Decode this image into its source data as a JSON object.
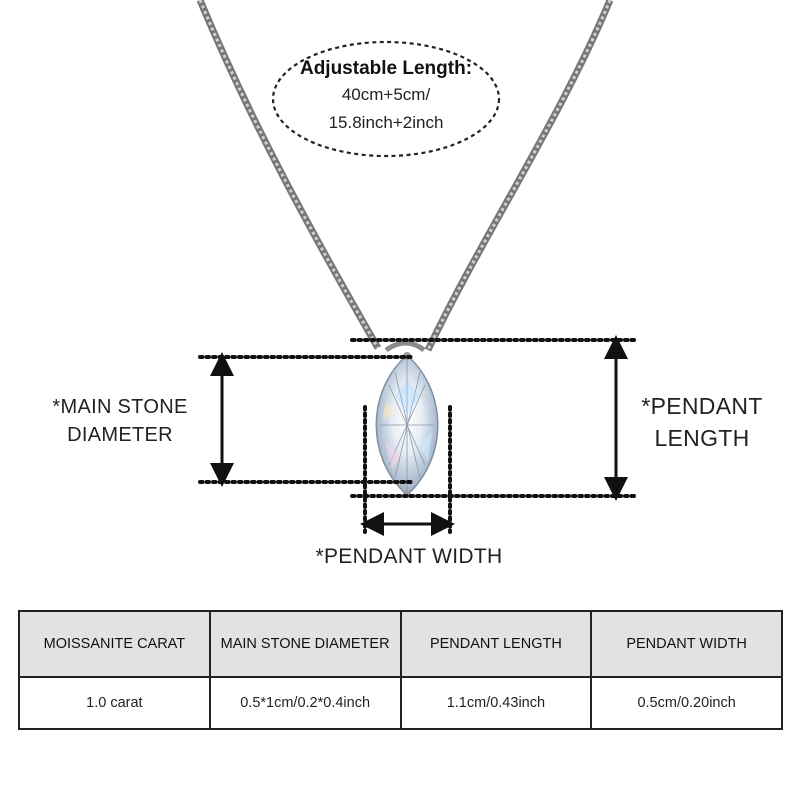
{
  "callout": {
    "title": "Adjustable Length:",
    "line1": "40cm+5cm/",
    "line2": "15.8inch+2inch"
  },
  "labels": {
    "main_stone_line1": "*MAIN STONE",
    "main_stone_line2": "DIAMETER",
    "pendant_length_line1": "*PENDANT",
    "pendant_length_line2": "LENGTH",
    "pendant_width": "*PENDANT WIDTH"
  },
  "table": {
    "headers": [
      "MOISSANITE CARAT",
      "MAIN STONE DIAMETER",
      "PENDANT LENGTH",
      "PENDANT WIDTH"
    ],
    "row": [
      "1.0 carat",
      "0.5*1cm/0.2*0.4inch",
      "1.1cm/0.43inch",
      "0.5cm/0.20inch"
    ]
  },
  "colors": {
    "chain": "#9a9a9a",
    "dotted_guides": "#111111",
    "arrows": "#111111",
    "header_bg": "#e2e2e2",
    "border": "#222222"
  }
}
